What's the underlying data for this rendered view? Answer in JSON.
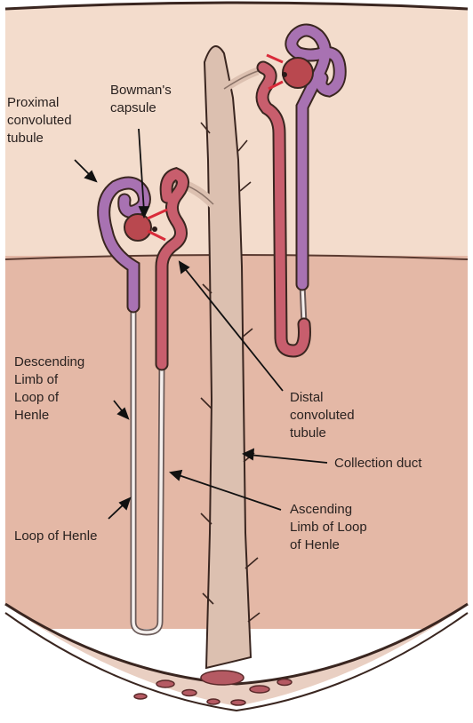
{
  "labels": {
    "proximal": "Proximal\nconvoluted\ntubule",
    "bowman": "Bowman's\ncapsule",
    "descending": "Descending\nLimb of\nLoop of\nHenle",
    "loop": "Loop of Henle",
    "distal": "Distal\nconvoluted\ntubule",
    "collection": "Collection duct",
    "ascending": "Ascending\nLimb of Loop\nof Henle"
  },
  "colors": {
    "cortex": "#f3dccc",
    "medulla": "#e4b8a6",
    "pelvis": "#e9cfc2",
    "proximal_tubule": "#a872b2",
    "distal_tubule": "#c85e6d",
    "glomerulus": "#b9484f",
    "duct": "#dcc0b0",
    "outline": "#3a2620"
  }
}
